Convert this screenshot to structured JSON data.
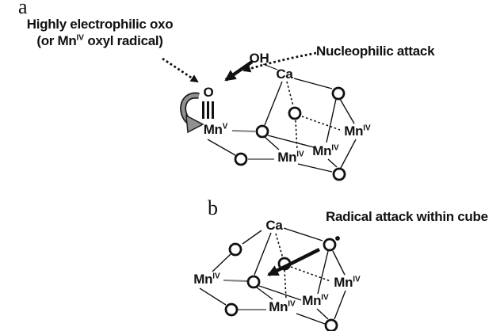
{
  "colors": {
    "ink": "#111111",
    "gray_bond": "#808080",
    "gray_arrow": "#909090",
    "background": "#ffffff"
  },
  "panel_a": {
    "tag": "a",
    "electrophilic_line1": "Highly electrophilic oxo",
    "electrophilic_line2_pre": "(or Mn",
    "electrophilic_line2_sup": "IV",
    "electrophilic_line2_post": " oxyl radical)",
    "nucleophilic_label": "Nucleophilic attack",
    "oh": "OH",
    "oxo": "O",
    "ca": "Ca",
    "mn_dangler": {
      "base": "Mn",
      "sup": "V"
    },
    "mn_right": {
      "base": "Mn",
      "sup": "IV"
    },
    "mn_center": {
      "base": "Mn",
      "sup": "IV"
    },
    "mn_bottom": {
      "base": "Mn",
      "sup": "IV"
    }
  },
  "panel_b": {
    "tag": "b",
    "radical_label": "Radical attack within cube",
    "ca": "Ca",
    "mn_left": {
      "base": "Mn",
      "sup": "IV"
    },
    "mn_right": {
      "base": "Mn",
      "sup": "IV"
    },
    "mn_center": {
      "base": "Mn",
      "sup": "IV"
    },
    "mn_bottom": {
      "base": "Mn",
      "sup": "IV"
    }
  }
}
